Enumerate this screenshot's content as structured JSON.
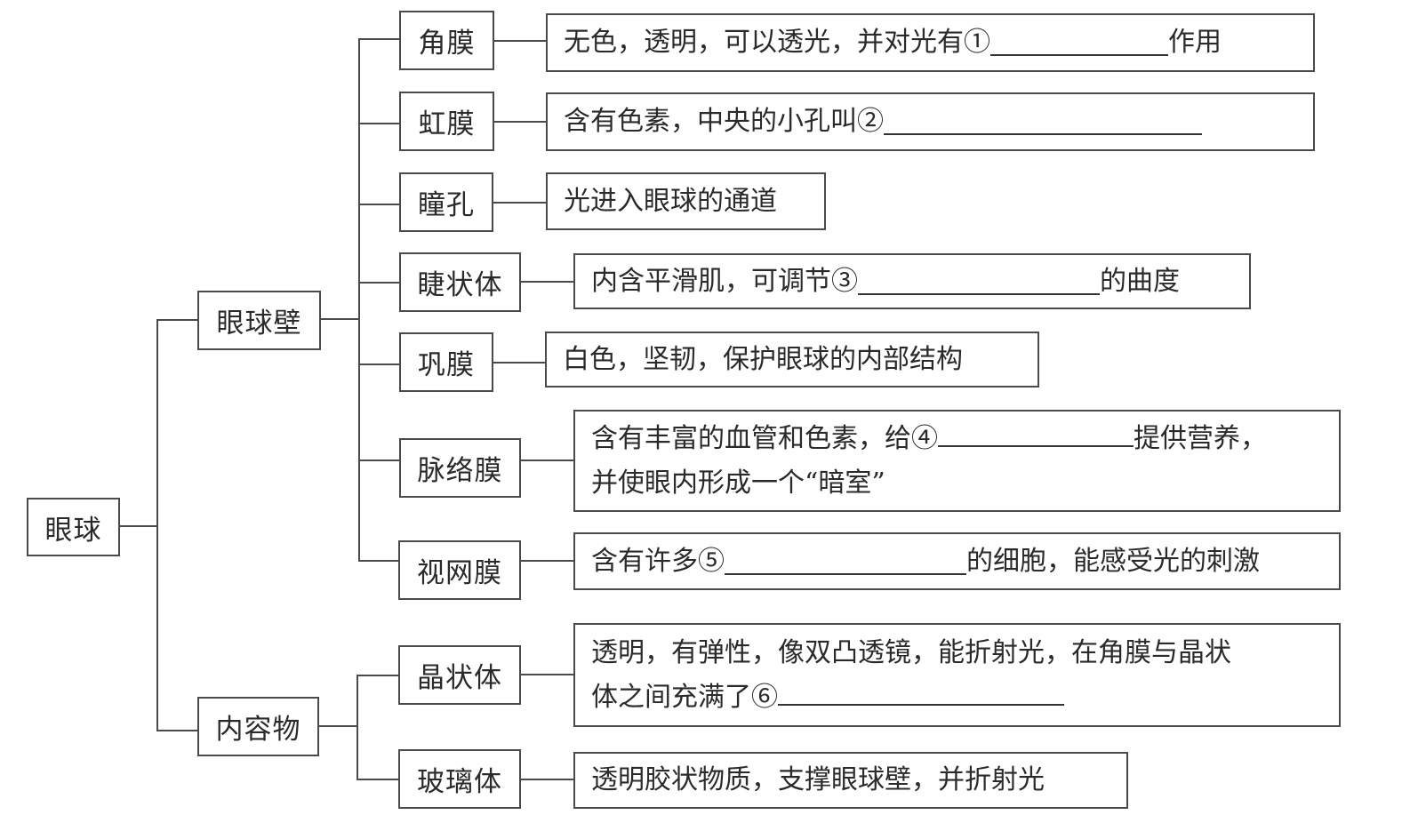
{
  "root": {
    "label": "眼球"
  },
  "groups": [
    {
      "label": "眼球壁"
    },
    {
      "label": "内容物"
    }
  ],
  "parts": [
    {
      "label": "角膜",
      "desc_before": "无色，透明，可以透光，并对光有①",
      "desc_after": "作用",
      "desc_line2": ""
    },
    {
      "label": "虹膜",
      "desc_before": "含有色素，中央的小孔叫②",
      "desc_after": "",
      "desc_line2": ""
    },
    {
      "label": "瞳孔",
      "desc_before": "光进入眼球的通道",
      "desc_after": "",
      "desc_line2": ""
    },
    {
      "label": "睫状体",
      "desc_before": "内含平滑肌，可调节③",
      "desc_after": "的曲度",
      "desc_line2": ""
    },
    {
      "label": "巩膜",
      "desc_before": "白色，坚韧，保护眼球的内部结构",
      "desc_after": "",
      "desc_line2": ""
    },
    {
      "label": "脉络膜",
      "desc_before": "含有丰富的血管和色素，给④",
      "desc_after": "提供营养，",
      "desc_line2": "并使眼内形成一个“暗室”"
    },
    {
      "label": "视网膜",
      "desc_before": "含有许多⑤",
      "desc_after": "的细胞，能感受光的刺激",
      "desc_line2": ""
    },
    {
      "label": "晶状体",
      "desc_before": "透明，有弹性，像双凸透镜，能折射光，在角膜与晶状",
      "desc_after": "",
      "desc_line2": "体之间充满了⑥"
    },
    {
      "label": "玻璃体",
      "desc_before": "透明胶状物质，支撑眼球壁，并折射光",
      "desc_after": "",
      "desc_line2": ""
    }
  ]
}
